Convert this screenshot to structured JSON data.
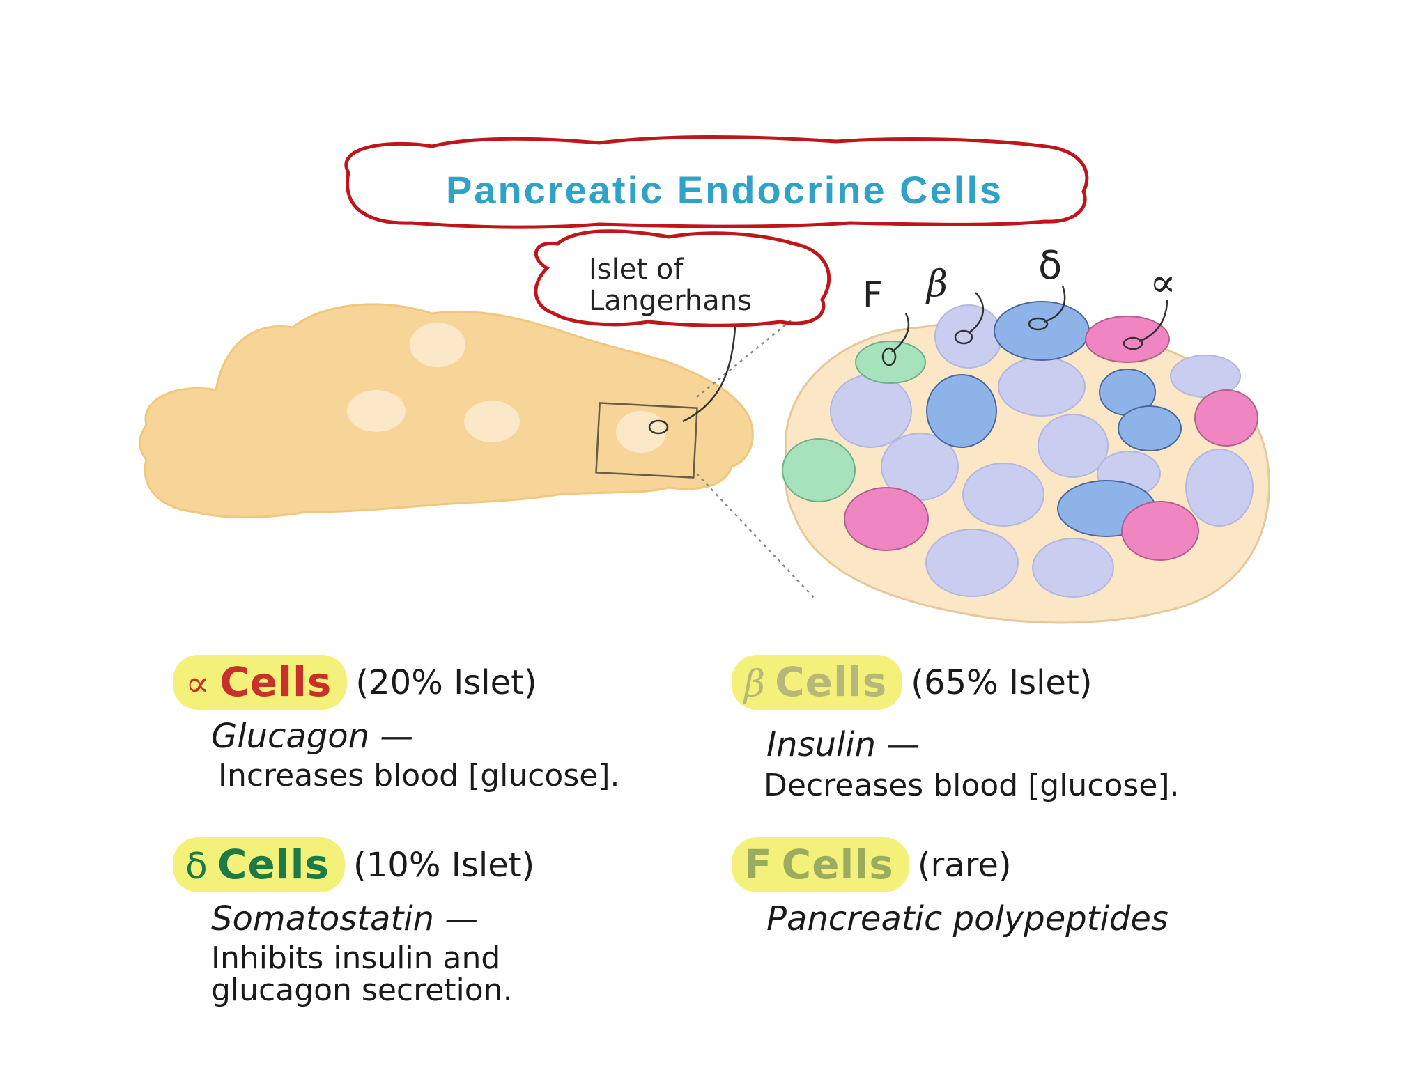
{
  "title": "Pancreatic Endocrine Cells",
  "islet_label": [
    "Islet of",
    "Langerhans"
  ],
  "cell_type_labels": {
    "f": "F",
    "beta": "β",
    "delta": "δ",
    "alpha": "∝"
  },
  "cells": {
    "alpha": {
      "symbol": "∝",
      "word": "Cells",
      "percent": "(20% Islet)",
      "hormone": "Glucagon —",
      "effect": "Increases blood [glucose]."
    },
    "beta": {
      "symbol": "β",
      "word": "Cells",
      "percent": "(65% Islet)",
      "hormone": "Insulin —",
      "effect": "Decreases blood [glucose]."
    },
    "delta": {
      "symbol": "δ",
      "word": "Cells",
      "percent": "(10% Islet)",
      "hormone": "Somatostatin —",
      "effect_line1": "Inhibits insulin and",
      "effect_line2": "glucagon secretion."
    },
    "f": {
      "symbol": "F",
      "word": "Cells",
      "percent": "(rare)",
      "hormone": "Pancreatic polypeptides"
    }
  },
  "colors": {
    "title_text": "#2fa3c7",
    "title_cloud": "#c0161b",
    "pancreas": "#f7d497",
    "islet_background": "#fbe7c6",
    "alpha_cell": "#ef86c1",
    "beta_cell": "#c9cdef",
    "delta_cell": "#8eb3e8",
    "f_cell": "#a6e3bd",
    "highlight": "#f4f17a",
    "alpha_word": "#c8312b",
    "beta_word": "#b5b87a",
    "delta_word": "#1d7a44",
    "f_word": "#9aac5f"
  }
}
